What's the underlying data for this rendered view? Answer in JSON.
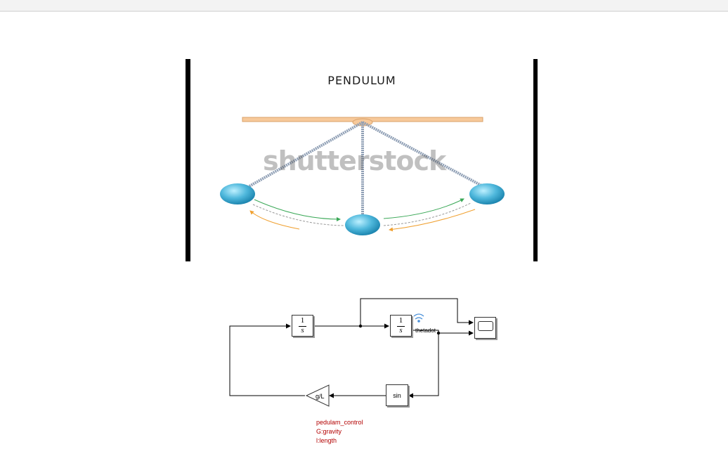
{
  "pendulum_image": {
    "title": "PENDULUM",
    "watermark": "shutterstock",
    "colors": {
      "bob": "#4fb8dc",
      "beam": "#f7c99a",
      "arrow_forward": "#3aa857",
      "arrow_back": "#f0a030"
    }
  },
  "diagram": {
    "integrator_1": {
      "numerator": "1",
      "denominator": "s"
    },
    "integrator_2": {
      "numerator": "1",
      "denominator": "s"
    },
    "signal_label": "thetadot",
    "sin_block": "sin",
    "gain_block": "g/L",
    "scope_icon": "scope-icon",
    "wifi_icon": "signal-logging-icon",
    "notes": [
      "pedulam_control",
      "G:gravity",
      "l:length"
    ],
    "note_color": "#b30000"
  }
}
